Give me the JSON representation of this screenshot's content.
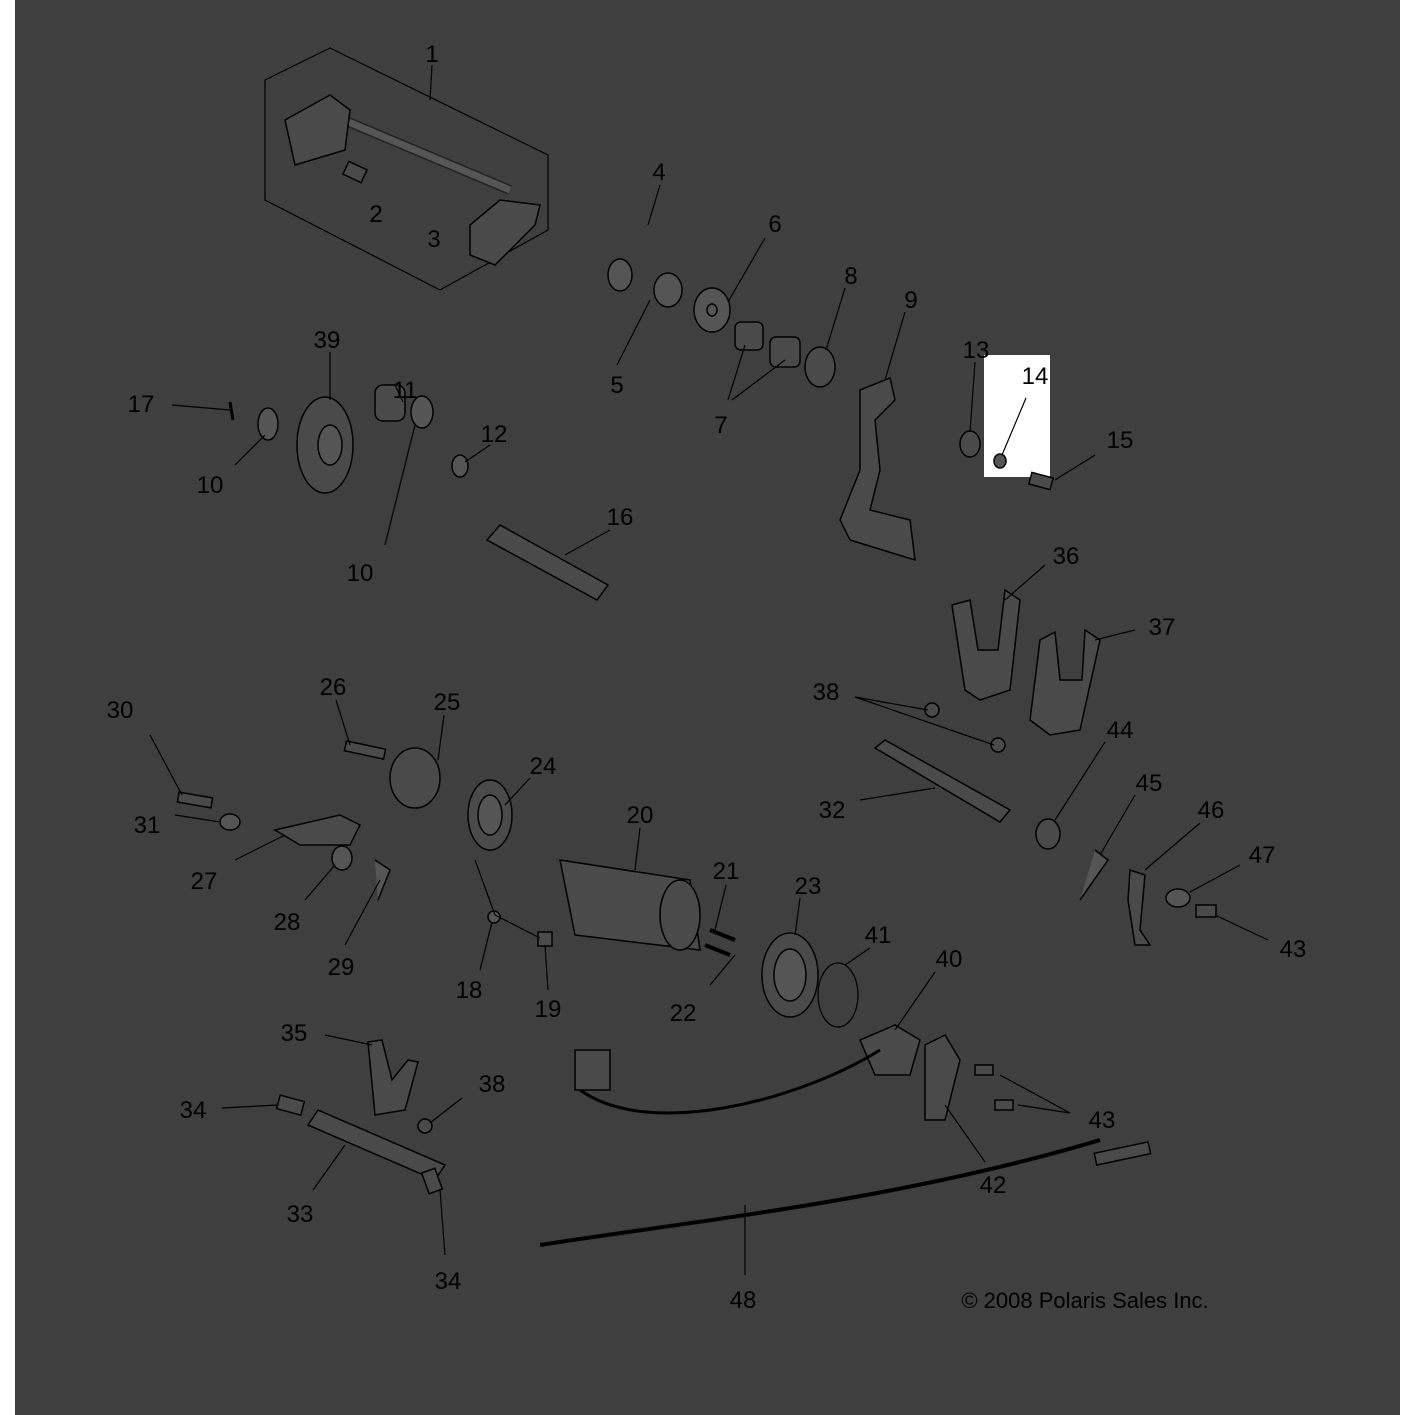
{
  "diagram": {
    "title": "Transmission shift components exploded view",
    "highlighted_part": "14",
    "colors": {
      "background": "#3f3f3f",
      "highlight": "#ffffff",
      "ink": "#000000"
    },
    "labels": [
      "1",
      "2",
      "3",
      "4",
      "5",
      "6",
      "7",
      "8",
      "9",
      "10",
      "10",
      "11",
      "12",
      "13",
      "14",
      "15",
      "16",
      "17",
      "18",
      "19",
      "20",
      "21",
      "22",
      "23",
      "24",
      "25",
      "26",
      "27",
      "28",
      "29",
      "30",
      "31",
      "32",
      "33",
      "34",
      "34",
      "35",
      "36",
      "37",
      "38",
      "38",
      "39",
      "40",
      "41",
      "42",
      "43",
      "43",
      "44",
      "45",
      "46",
      "47",
      "48"
    ],
    "copyright": "© 2008 Polaris Sales Inc."
  }
}
